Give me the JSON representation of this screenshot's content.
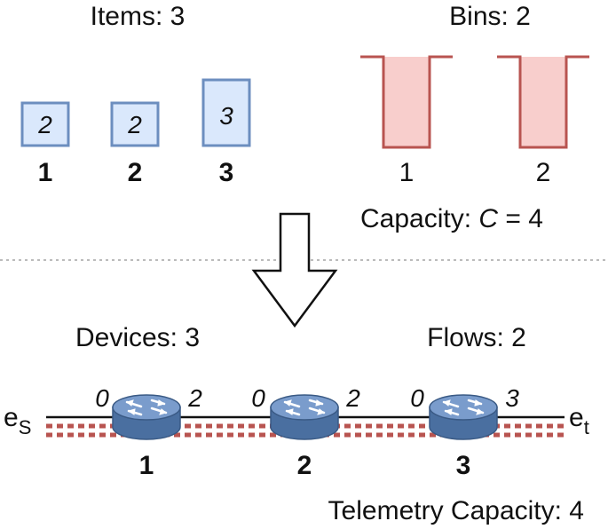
{
  "top": {
    "items_title": "Items: 3",
    "bins_title": "Bins: 2",
    "items": [
      {
        "size": "2",
        "label": "1"
      },
      {
        "size": "2",
        "label": "2"
      },
      {
        "size": "3",
        "label": "3"
      }
    ],
    "bins": [
      {
        "label": "1"
      },
      {
        "label": "2"
      }
    ],
    "capacity_prefix": "Capacity: ",
    "capacity_var": "C",
    "capacity_suffix": " = 4"
  },
  "bottom": {
    "devices_title": "Devices: 3",
    "flows_title": "Flows: 2",
    "source_label": "e",
    "source_sub": "S",
    "sink_label": "e",
    "sink_sub": "t",
    "devices": [
      {
        "label": "1",
        "in_value": "0",
        "out_value": "2"
      },
      {
        "label": "2",
        "in_value": "0",
        "out_value": "2"
      },
      {
        "label": "3",
        "in_value": "0",
        "out_value": "3"
      }
    ],
    "telemetry_capacity": "Telemetry Capacity: 4"
  },
  "colors": {
    "item_fill": "#dae8fc",
    "item_stroke": "#6c8ebf",
    "bin_fill": "#f8cecc",
    "bin_stroke": "#b85450",
    "router_fill": "#6c8ebf",
    "dashed_red": "#b85450",
    "separator": "#bbbbbb"
  }
}
